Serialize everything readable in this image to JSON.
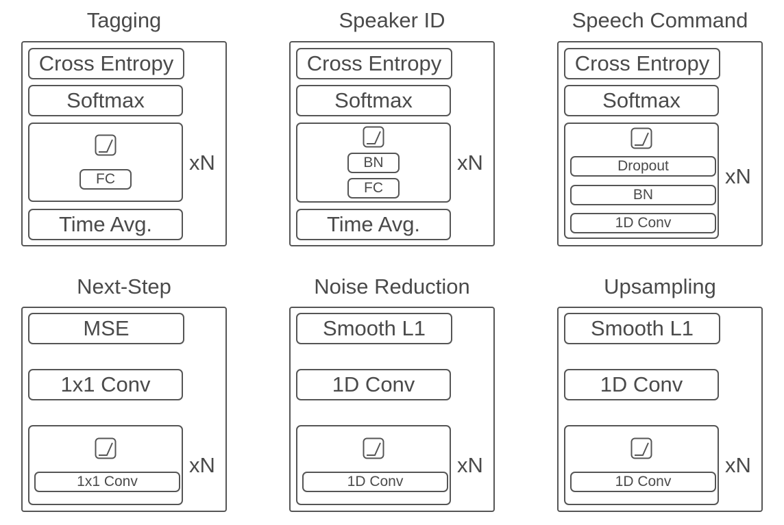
{
  "panels": {
    "tagging": {
      "title": "Tagging",
      "loss": "Cross Entropy",
      "softmax": "Softmax",
      "fc": "FC",
      "pool": "Time Avg.",
      "repeat": "xN"
    },
    "speaker_id": {
      "title": "Speaker ID",
      "loss": "Cross Entropy",
      "softmax": "Softmax",
      "bn": "BN",
      "fc": "FC",
      "pool": "Time Avg.",
      "repeat": "xN"
    },
    "speech_command": {
      "title": "Speech Command",
      "loss": "Cross Entropy",
      "softmax": "Softmax",
      "dropout": "Dropout",
      "bn": "BN",
      "conv": "1D Conv",
      "repeat": "xN"
    },
    "next_step": {
      "title": "Next-Step",
      "loss": "MSE",
      "head": "1x1 Conv",
      "conv": "1x1 Conv",
      "repeat": "xN"
    },
    "noise_reduction": {
      "title": "Noise Reduction",
      "loss": "Smooth L1",
      "head": "1D Conv",
      "conv": "1D Conv",
      "repeat": "xN"
    },
    "upsampling": {
      "title": "Upsampling",
      "loss": "Smooth L1",
      "head": "1D Conv",
      "conv": "1D Conv",
      "repeat": "xN"
    }
  },
  "icons": {
    "activation": "relu-activation-icon"
  },
  "colors": {
    "stroke": "#555555",
    "text": "#4a4a4a",
    "background": "#ffffff"
  }
}
